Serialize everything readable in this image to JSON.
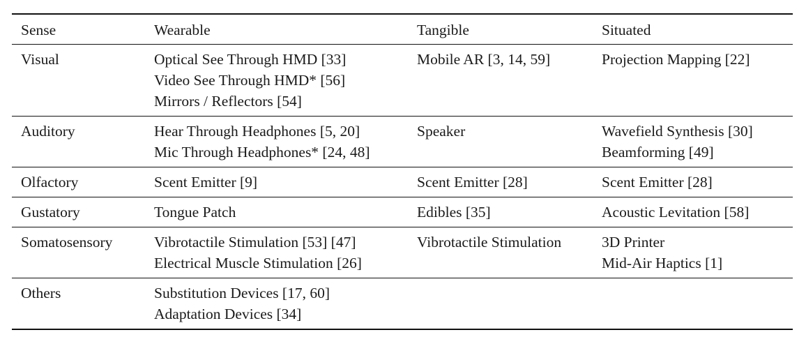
{
  "table": {
    "headers": [
      "Sense",
      "Wearable",
      "Tangible",
      "Situated"
    ],
    "rows": [
      {
        "sense": "Visual",
        "wearable": [
          "Optical See Through HMD [33]",
          "Video See Through HMD* [56]",
          "Mirrors / Reflectors [54]"
        ],
        "tangible": [
          "Mobile AR [3, 14, 59]"
        ],
        "situated": [
          "Projection Mapping [22]"
        ]
      },
      {
        "sense": "Auditory",
        "wearable": [
          "Hear Through Headphones [5, 20]",
          "Mic Through Headphones* [24, 48]"
        ],
        "tangible": [
          "Speaker"
        ],
        "situated": [
          "Wavefield Synthesis [30]",
          "Beamforming [49]"
        ]
      },
      {
        "sense": "Olfactory",
        "wearable": [
          "Scent Emitter [9]"
        ],
        "tangible": [
          "Scent Emitter [28]"
        ],
        "situated": [
          "Scent Emitter [28]"
        ]
      },
      {
        "sense": "Gustatory",
        "wearable": [
          "Tongue Patch"
        ],
        "tangible": [
          "Edibles [35]"
        ],
        "situated": [
          "Acoustic Levitation [58]"
        ]
      },
      {
        "sense": "Somatosensory",
        "wearable": [
          "Vibrotactile Stimulation [53] [47]",
          "Electrical Muscle Stimulation [26]"
        ],
        "tangible": [
          "Vibrotactile Stimulation"
        ],
        "situated": [
          "3D Printer",
          "Mid-Air Haptics [1]"
        ]
      },
      {
        "sense": "Others",
        "wearable": [
          "Substitution Devices [17, 60]",
          "Adaptation Devices [34]"
        ],
        "tangible": [],
        "situated": []
      }
    ]
  }
}
